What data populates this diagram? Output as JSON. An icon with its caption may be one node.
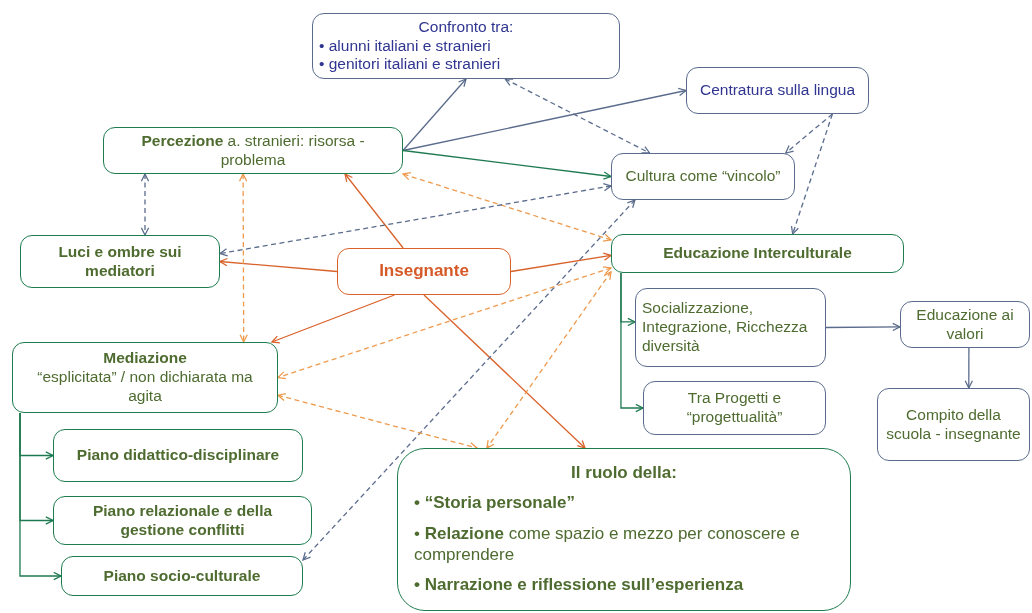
{
  "diagram": {
    "nodes": [
      {
        "text": [
          "Confronto tra:",
          "• alunni italiani e stranieri",
          "• genitori italiani e stranieri"
        ]
      },
      {
        "text": [
          "Centratura sulla lingua"
        ]
      },
      {
        "text": [
          "**Percezione** a. stranieri: risorsa - problema"
        ]
      },
      {
        "text": [
          "Cultura come “vincolo”"
        ]
      },
      {
        "text": [
          "Luci e ombre sui mediatori"
        ]
      },
      {
        "text": [
          "Insegnante"
        ]
      },
      {
        "text": [
          "Educazione Interculturale"
        ]
      },
      {
        "text": [
          "Socializzazione, Integrazione, Ricchezza diversità"
        ]
      },
      {
        "text": [
          "Educazione ai valori"
        ]
      },
      {
        "text": [
          "Tra Progetti e “progettualità”"
        ]
      },
      {
        "text": [
          "Compito della scuola - insegnante"
        ]
      },
      {
        "text": [
          "Mediazione",
          "“esplicitata” / non dichiarata ma agita"
        ]
      },
      {
        "text": [
          "Piano didattico-disciplinare"
        ]
      },
      {
        "text": [
          "Piano relazionale e della gestione conflitti"
        ]
      },
      {
        "text": [
          "Piano socio-culturale"
        ]
      },
      {
        "text": [
          "Il ruolo della:",
          "• “Storia personale”",
          "• **Relazione** come spazio e mezzo per conoscere e comprendere",
          "• Narrazione e riflessione sull’esperienza"
        ]
      }
    ],
    "edges": [
      {
        "from": 2,
        "to": 0,
        "arrow": "to"
      },
      {
        "from": 2,
        "to": 1,
        "arrow": "to"
      },
      {
        "from": 2,
        "to": 3,
        "arrow": "to",
        "color": "#1e7a50"
      },
      {
        "from": 0,
        "to": 3,
        "arrow": "both",
        "style": "dashed"
      },
      {
        "from": 1,
        "to": 3,
        "arrow": "to",
        "style": "dashed"
      },
      {
        "from": 1,
        "to": 6,
        "arrow": "to",
        "style": "dashed"
      },
      {
        "from": 2,
        "to": 4,
        "arrow": "both",
        "style": "dashed"
      },
      {
        "from": 5,
        "to": 2,
        "arrow": "to",
        "color": "#d9622b"
      },
      {
        "from": 5,
        "to": 4,
        "arrow": "to",
        "color": "#d9622b"
      },
      {
        "from": 5,
        "to": 6,
        "arrow": "to",
        "color": "#d9622b"
      },
      {
        "from": 5,
        "to": 11,
        "arrow": "to",
        "color": "#d9622b"
      },
      {
        "from": 5,
        "to": 15,
        "arrow": "to",
        "color": "#d9622b"
      },
      {
        "from": 6,
        "to": 2,
        "arrow": "both",
        "style": "dashed",
        "color": "#ee9a4d"
      },
      {
        "from": 3,
        "to": 4,
        "arrow": "both",
        "style": "dashed"
      },
      {
        "from": 3,
        "to": 14,
        "arrow": "both",
        "style": "dashed"
      },
      {
        "from": 6,
        "to": 11,
        "arrow": "both",
        "style": "dashed",
        "color": "#ee9a4d"
      },
      {
        "from": 6,
        "to": 15,
        "arrow": "both",
        "style": "dashed",
        "color": "#ee9a4d"
      },
      {
        "from": 11,
        "to": 15,
        "arrow": "both",
        "style": "dashed",
        "color": "#ee9a4d"
      },
      {
        "from": 2,
        "to": 11,
        "arrow": "both",
        "style": "dashed",
        "color": "#ee9a4d"
      },
      {
        "from": 6,
        "to": 7,
        "arrow": "to",
        "color": "#1e7a50"
      },
      {
        "from": 6,
        "to": 9,
        "arrow": "to",
        "color": "#1e7a50"
      },
      {
        "from": 7,
        "to": 8,
        "arrow": "to"
      },
      {
        "from": 8,
        "to": 10,
        "arrow": "to"
      },
      {
        "from": 11,
        "to": 12,
        "arrow": "to",
        "color": "#1e7a50"
      },
      {
        "from": 11,
        "to": 13,
        "arrow": "to",
        "color": "#1e7a50"
      },
      {
        "from": 11,
        "to": 14,
        "arrow": "to",
        "color": "#1e7a50"
      }
    ]
  }
}
